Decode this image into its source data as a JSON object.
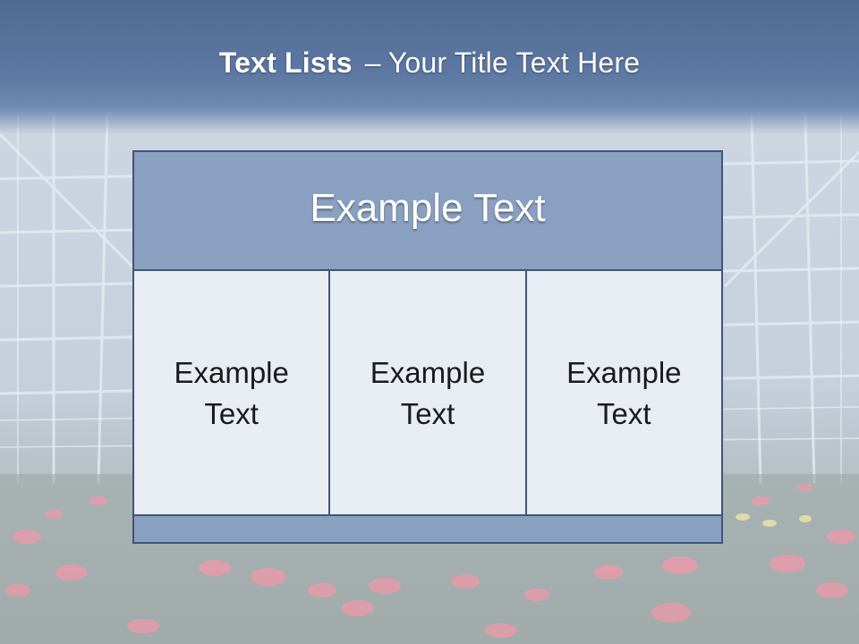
{
  "slide": {
    "title_bold": "Text Lists",
    "title_separator": "–",
    "title_rest": "Your Title Text Here"
  },
  "panel": {
    "header": "Example Text",
    "columns": [
      {
        "line1": "Example",
        "line2": "Text"
      },
      {
        "line1": "Example",
        "line2": "Text"
      },
      {
        "line1": "Example",
        "line2": "Text"
      }
    ]
  },
  "colors": {
    "title_band": "#5d78a2",
    "panel_header": "#8aa0c1",
    "panel_border": "#3e567a",
    "panel_body": "#e8edf4"
  },
  "background_image": "greenhouse-with-pink-flowers"
}
